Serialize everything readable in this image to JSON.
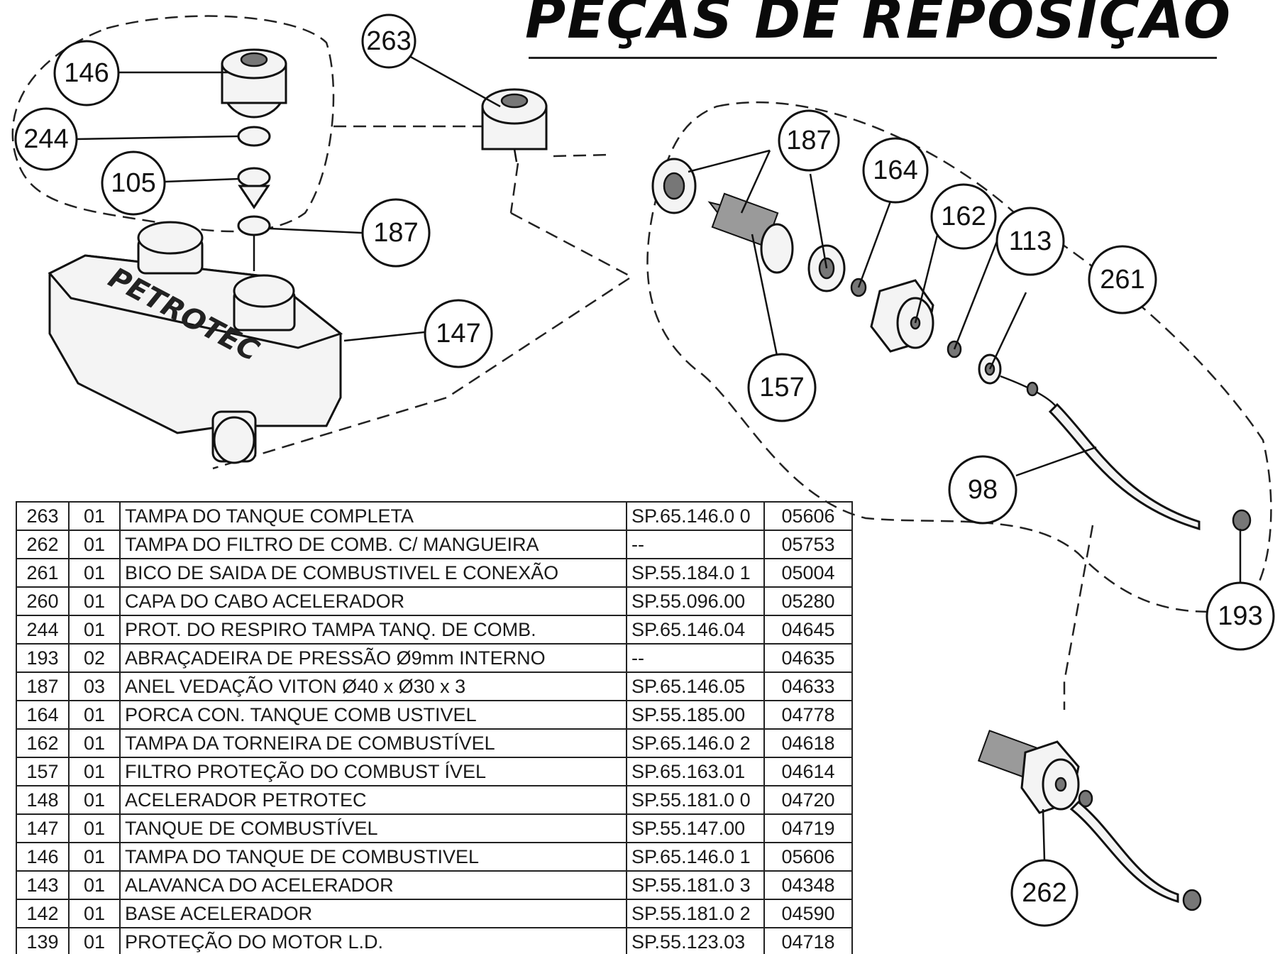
{
  "title": "PEÇAS DE REPOSIÇÃO",
  "brand_label": "PETROTEC",
  "callouts": {
    "c263a": "263",
    "c146": "146",
    "c244": "244",
    "c105": "105",
    "c187a": "187",
    "c147": "147",
    "c187b": "187",
    "c164": "164",
    "c162": "162",
    "c113": "113",
    "c261": "261",
    "c157": "157",
    "c98": "98",
    "c193": "193",
    "c262": "262"
  },
  "table_rows": [
    {
      "code": "263",
      "qty": "01",
      "desc": "TAMPA DO TANQUE  COMPLETA",
      "ref": "SP.65.146.0 0",
      "num": "05606"
    },
    {
      "code": "262",
      "qty": "01",
      "desc": "TAMPA DO FILTRO DE COMB.  C/  MANGUEIRA",
      "ref": "--",
      "num": "05753"
    },
    {
      "code": "261",
      "qty": "01",
      "desc": "BICO DE SAIDA DE COMBUSTIVEL E CONEXÃO",
      "ref": "SP.55.184.0 1",
      "num": "05004"
    },
    {
      "code": "260",
      "qty": "01",
      "desc": "CAPA DO CABO ACELERADOR",
      "ref": "SP.55.096.00",
      "num": "05280"
    },
    {
      "code": "244",
      "qty": "01",
      "desc": "PROT. DO RESPIRO TAMPA TANQ. DE COMB.",
      "ref": "SP.65.146.04",
      "num": "04645"
    },
    {
      "code": "193",
      "qty": "02",
      "desc": "ABRAÇADEIRA  DE PRESSÃO  Ø9mm INTERNO",
      "ref": "--",
      "num": "04635"
    },
    {
      "code": "187",
      "qty": "03",
      "desc": "ANEL VEDAÇÃO  VITON Ø40 x Ø30 x 3",
      "ref": "SP.65.146.05",
      "num": "04633"
    },
    {
      "code": "164",
      "qty": "01",
      "desc": "PORCA CON. TANQUE COMB  USTIVEL",
      "ref": "SP.55.185.00",
      "num": "04778"
    },
    {
      "code": "162",
      "qty": "01",
      "desc": "TAMPA  DA TORNEIRA  DE COMBUSTÍVEL",
      "ref": "SP.65.146.0 2",
      "num": "04618"
    },
    {
      "code": "157",
      "qty": "01",
      "desc": "FILTRO PROTEÇÃO DO COMBUST  ÍVEL",
      "ref": "SP.65.163.01",
      "num": "04614"
    },
    {
      "code": "148",
      "qty": "01",
      "desc": "ACELERADOR  PETROTEC",
      "ref": "SP.55.181.0 0",
      "num": "04720"
    },
    {
      "code": "147",
      "qty": "01",
      "desc": "TANQUE DE COMBUSTÍVEL",
      "ref": "SP.55.147.00",
      "num": "04719"
    },
    {
      "code": "146",
      "qty": "01",
      "desc": "TAMPA DO TANQUE DE COMBUSTIVEL",
      "ref": "SP.65.146.0 1",
      "num": "05606"
    },
    {
      "code": "143",
      "qty": "01",
      "desc": "ALAVANCA DO ACELERADOR",
      "ref": "SP.55.181.0 3",
      "num": "04348"
    },
    {
      "code": "142",
      "qty": "01",
      "desc": "BASE ACELERADOR",
      "ref": "SP.55.181.0 2",
      "num": "04590"
    },
    {
      "code": "139",
      "qty": "01",
      "desc": "PROTEÇÃO DO MOTOR L.D.",
      "ref": "SP.55.123.03",
      "num": "04718"
    }
  ]
}
